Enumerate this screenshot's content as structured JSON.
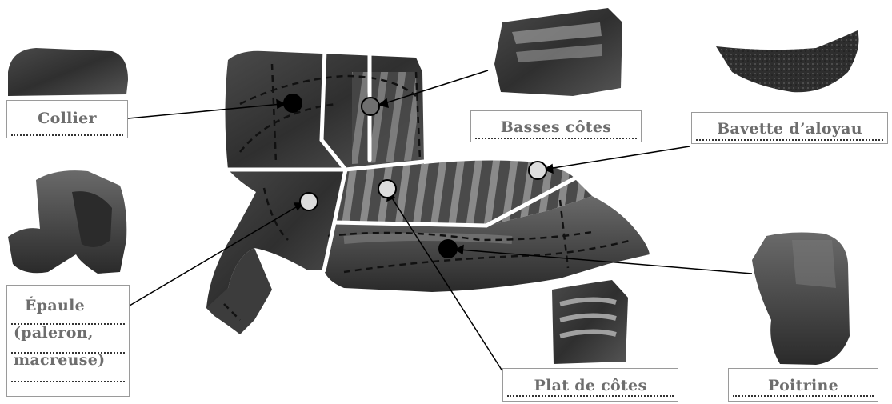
{
  "labels": {
    "collier": "Collier",
    "basses_cotes": "Basses côtes",
    "bavette": "Bavette d’aloyau",
    "epaule": [
      "Épaule",
      "(paleron,",
      "macreuse)"
    ],
    "plat_de_cotes": "Plat de côtes",
    "poitrine": "Poitrine"
  },
  "colors": {
    "meat_dark": "#3a3a3a",
    "meat_mid": "#5a5a5a",
    "white_lines": "#ffffff",
    "marker_black": "#000000",
    "marker_grey": "#6f6f6f",
    "marker_light": "#dcdcdc",
    "label_text": "#6e6e6e"
  }
}
